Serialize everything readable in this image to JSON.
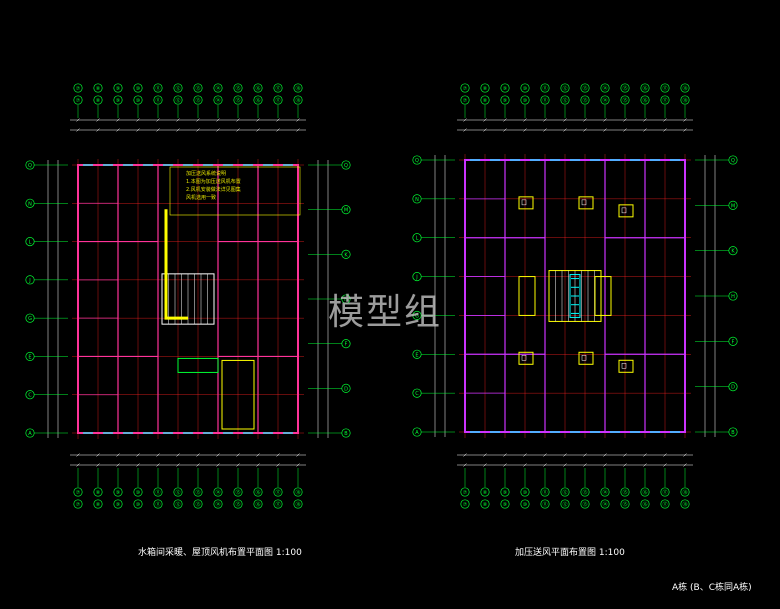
{
  "canvas": {
    "background": "#000000"
  },
  "colors": {
    "grid": "#00ff33",
    "wall": "#ff3399",
    "axis": "#ff2222",
    "dim": "#ffffff",
    "yellow": "#ffff00",
    "magenta": "#cc33ff",
    "cyan": "#00ffff"
  },
  "left_plan": {
    "caption": "水箱间采暖、屋顶风机布置平面图 1:100",
    "top_axes": [
      "⑦",
      "⑧",
      "⑨",
      "⑩",
      "⑪",
      "⑫",
      "⑬",
      "⑭",
      "⑮",
      "⑯",
      "⑰",
      "⑱"
    ],
    "left_axes": [
      "Q",
      "N",
      "L",
      "J",
      "G",
      "E",
      "C",
      "A"
    ],
    "right_axes": [
      "Q",
      "M",
      "K",
      "H",
      "F",
      "D",
      "B"
    ],
    "notes": [
      "加压送风系统说明",
      "1.本图为加压送风机布置",
      "2.风机安装做法详见图集",
      "风机选用一致"
    ]
  },
  "right_plan": {
    "caption": "加压送风平面布置图 1:100",
    "top_axes": [
      "⑦",
      "⑧",
      "⑨",
      "⑩",
      "⑪",
      "⑫",
      "⑬",
      "⑭",
      "⑮",
      "⑯",
      "⑰",
      "⑱"
    ],
    "left_axes": [
      "Q",
      "N",
      "L",
      "J",
      "G",
      "E",
      "C",
      "A"
    ],
    "right_axes": [
      "Q",
      "M",
      "K",
      "H",
      "F",
      "D",
      "B"
    ]
  },
  "corner_note": "A栋  (B、C栋同A栋)",
  "watermark": "模型组"
}
